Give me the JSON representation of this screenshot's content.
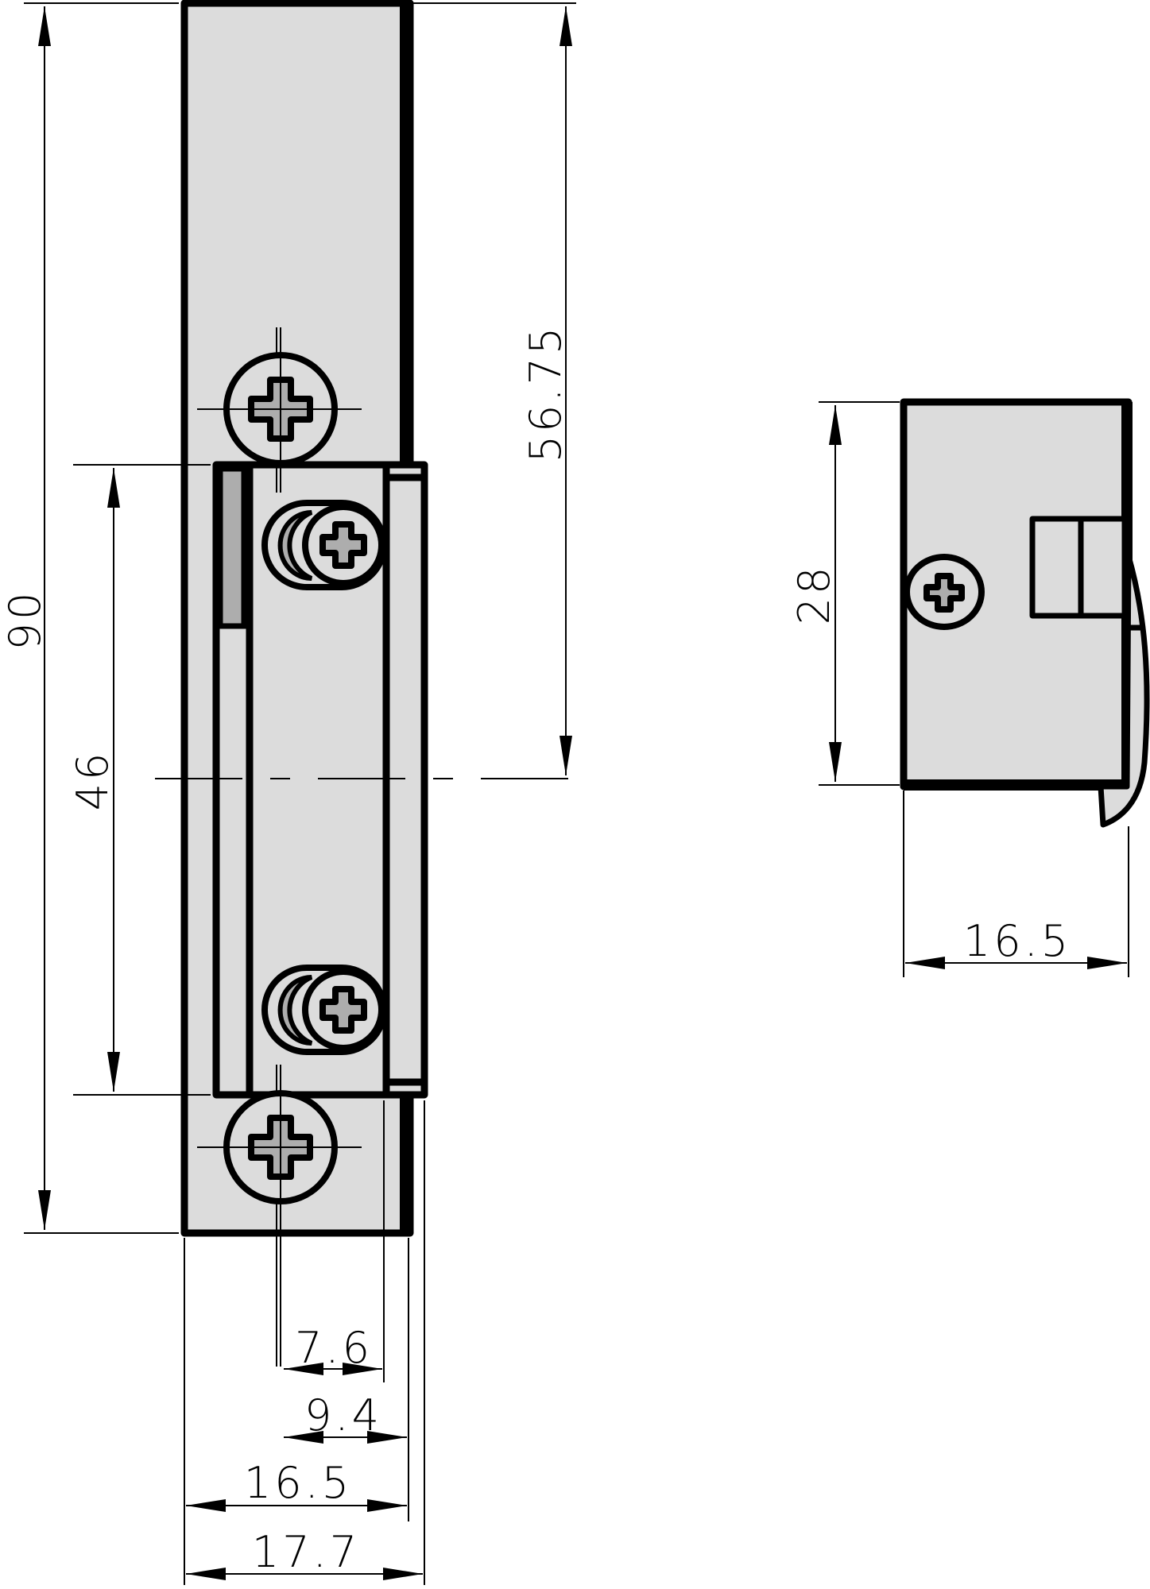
{
  "drawing": {
    "title": "Electric strike - technical dimension drawing",
    "colors": {
      "body_fill": "#dcdcdc",
      "shade_fill": "#adadad",
      "line": "#000000",
      "background": "#ffffff"
    },
    "front_view": {
      "dimensions": {
        "overall_height": "90",
        "screw_spacing": "46",
        "center_to_top": "56.75",
        "screw_offset": "7.6",
        "body_offset": "9.4",
        "faceplate_width": "16.5",
        "overall_width": "17.7"
      },
      "screws": [
        {
          "name": "top-mount-screw",
          "type": "phillips"
        },
        {
          "name": "upper-adjust-screw",
          "type": "phillips-eccentric"
        },
        {
          "name": "lower-adjust-screw",
          "type": "phillips-eccentric"
        },
        {
          "name": "bottom-mount-screw",
          "type": "phillips"
        }
      ]
    },
    "side_view": {
      "dimensions": {
        "height": "28",
        "depth": "16.5"
      },
      "screws": [
        {
          "name": "side-screw",
          "type": "phillips"
        }
      ]
    }
  }
}
